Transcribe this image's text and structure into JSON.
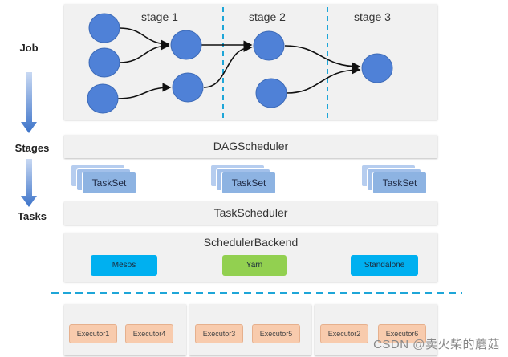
{
  "side_labels": {
    "job": "Job",
    "stages": "Stages",
    "tasks": "Tasks"
  },
  "stages": {
    "s1": "stage 1",
    "s2": "stage 2",
    "s3": "stage 3"
  },
  "dag_scheduler": "DAGScheduler",
  "tasksets": [
    "TaskSet",
    "TaskSet",
    "TaskSet"
  ],
  "task_scheduler": "TaskScheduler",
  "scheduler_backend": {
    "title": "SchedulerBackend",
    "options": [
      {
        "label": "Mesos",
        "color": "#00b0f0"
      },
      {
        "label": "Yarn",
        "color": "#92d050"
      },
      {
        "label": "Standalone",
        "color": "#00b0f0"
      }
    ]
  },
  "executors": {
    "group1": [
      "Executor1",
      "Executor4"
    ],
    "group2": [
      "Executor3",
      "Executor5"
    ],
    "group3": [
      "Executor2",
      "Executor6"
    ]
  },
  "watermark": "CSDN @卖火柴的蘑菇",
  "colors": {
    "node": "#4f81d7",
    "divider": "#1ea6d8",
    "arrow": "#4a7fd0"
  }
}
